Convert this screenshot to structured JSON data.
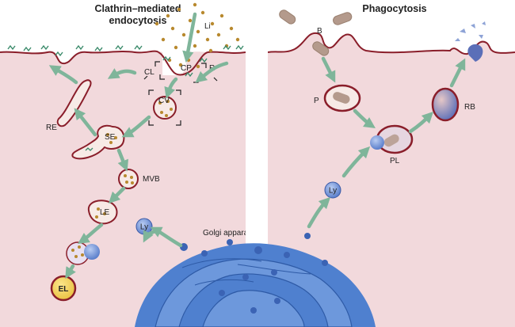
{
  "panels": {
    "left_title_line1": "Clathrin–mediated",
    "left_title_line2": "endocytosis",
    "right_title": "Phagocytosis"
  },
  "labels": {
    "li": "Li",
    "cp": "CP",
    "r": "R",
    "cl": "CL",
    "cv": "CV",
    "re": "RE",
    "se": "SE",
    "mvb": "MVB",
    "le": "LE",
    "ly_left": "Ly",
    "el": "EL",
    "golgi": "Golgi apparatus",
    "b": "B",
    "p": "P",
    "pl": "PL",
    "rb": "RB",
    "ly_right": "Ly"
  },
  "colors": {
    "cytoplasm": "#f2d9dc",
    "membrane": "#8a1e2a",
    "arrow": "#7fb59a",
    "ligand": "#b8892e",
    "receptor": "#3a8a6a",
    "lysosome": "#6e8fd6",
    "golgi": "#4f80cf",
    "el_fill": "#f2cf55",
    "bacterium": "#b49a8c"
  }
}
